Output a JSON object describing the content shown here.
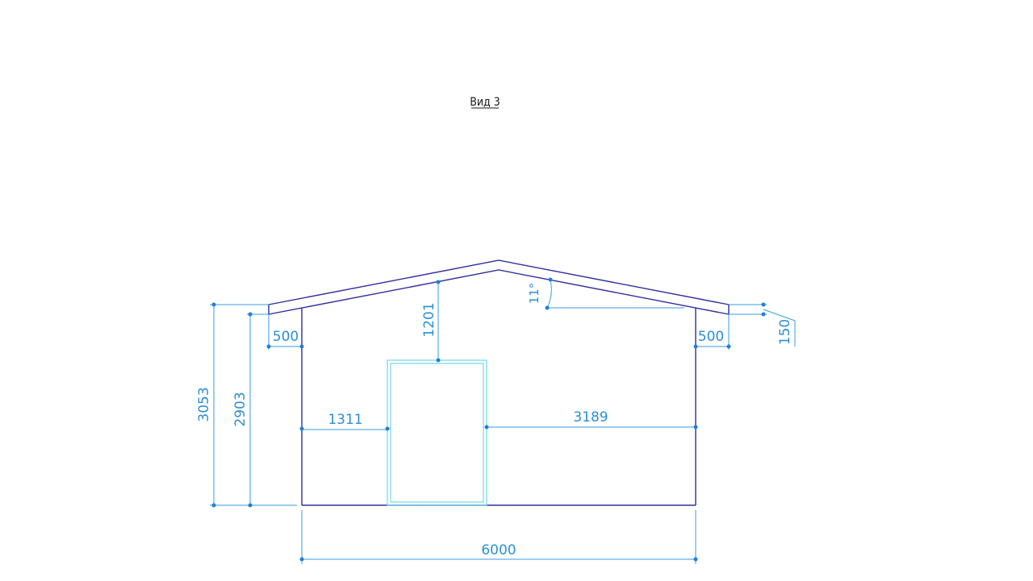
{
  "view_title": "Вид 3",
  "dimensions": {
    "eave_left": "500",
    "eave_right": "500",
    "ridge_to_door": "1201",
    "roof_angle": "11°",
    "roof_thickness": "150",
    "total_height": "3053",
    "wall_height": "2903",
    "left_to_door": "1311",
    "door_to_right": "3189",
    "total_width": "6000"
  },
  "colors": {
    "outline": "#2e2e9e",
    "door": "#6fd9ea",
    "dimension": "#3a9be0"
  }
}
